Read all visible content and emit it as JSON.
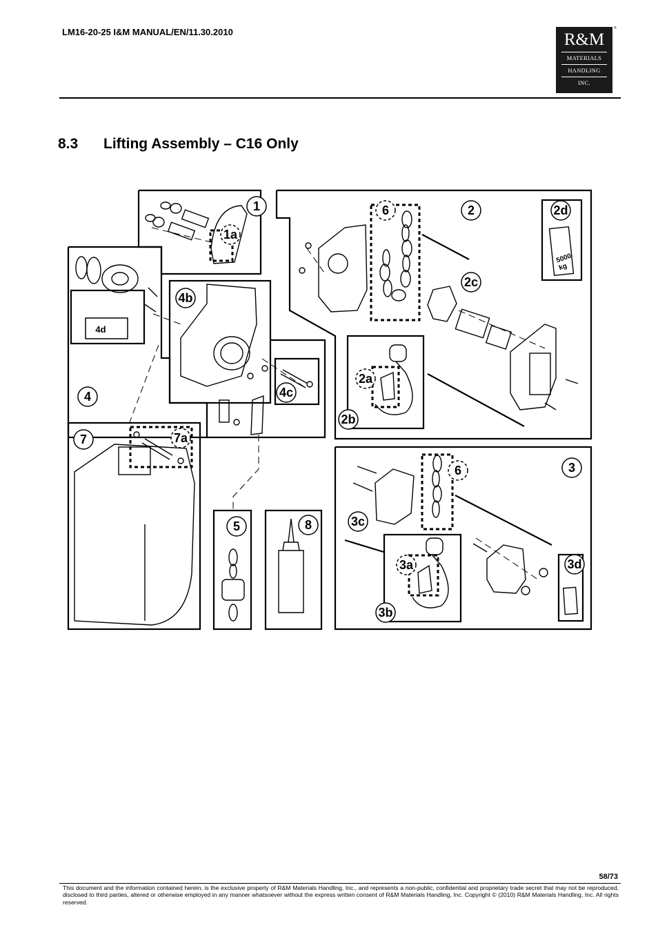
{
  "header": {
    "doc_id": "LM16-20-25 I&M MANUAL/EN/11.30.2010",
    "logo": {
      "mark": "R&M",
      "line1": "MATERIALS",
      "line2": "HANDLING",
      "line3": "INC.",
      "registered": "®"
    }
  },
  "section": {
    "number": "8.3",
    "title": "Lifting Assembly – C16 Only"
  },
  "figure": {
    "callouts": {
      "c1": "1",
      "c1a": "1a",
      "c2": "2",
      "c2a": "2a",
      "c2b": "2b",
      "c2c": "2c",
      "c2d": "2d",
      "c3": "3",
      "c3a": "3a",
      "c3b": "3b",
      "c3c": "3c",
      "c3d": "3d",
      "c4": "4",
      "c4b": "4b",
      "c4c": "4c",
      "c4d": "4d",
      "c5": "5",
      "c6a": "6",
      "c6b": "6",
      "c7": "7",
      "c7a": "7a",
      "c8": "8"
    },
    "plate_text": {
      "capacity": "5000",
      "unit": "kg"
    }
  },
  "footer": {
    "page": "58/73",
    "notice": "This document and the information contained herein, is the exclusive property of R&M Materials Handling, Inc., and represents a non-public, confidential and proprietary trade secret that may not be reproduced, disclosed to third parties, altered or otherwise employed in any manner whatsoever without the express written consent of R&M Materials Handling, Inc. Copyright © (2010) R&M Materials Handling, Inc.  All rights reserved."
  }
}
